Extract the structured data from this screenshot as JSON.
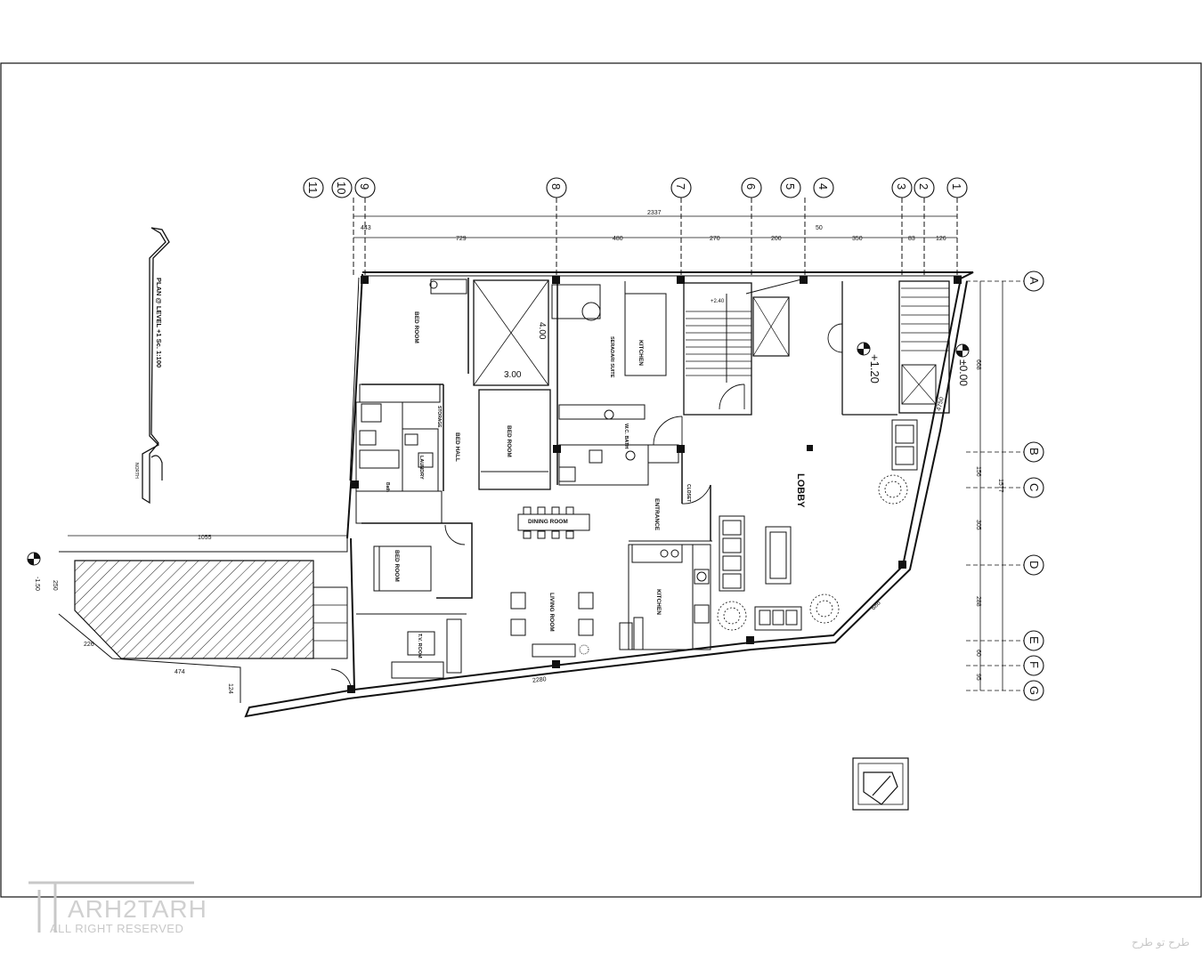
{
  "sheet": {
    "title": "PLAN @ LEVEL  +1 Sc. 1:100",
    "north_label": "NORTH"
  },
  "grid_columns": [
    "11",
    "10",
    "9",
    "8",
    "7",
    "6",
    "5",
    "4",
    "3",
    "2",
    "1"
  ],
  "grid_rows": [
    "A",
    "B",
    "C",
    "D",
    "E",
    "F",
    "G"
  ],
  "dimensions": {
    "top_total": "2337",
    "top_segments": [
      "729",
      "480",
      "270",
      "200",
      "350",
      "83",
      "126"
    ],
    "top_small": [
      "443",
      "50"
    ],
    "right_total": "1577",
    "right_segments": [
      "668",
      "156",
      "305",
      "288",
      "60",
      "95"
    ],
    "left_sub": "1055",
    "left_sub2": "250",
    "bottom_left_a": "226",
    "bottom_left_b": "474",
    "bottom_left_c": "124",
    "bottom_long": "2280",
    "diag_a": "4750",
    "diag_b": "686"
  },
  "room_sizes": {
    "width": "3.00",
    "height": "4.00"
  },
  "levels": {
    "main": "+1.20",
    "ground": "±0.00",
    "low": "-1.50",
    "stair_box": "+2.40"
  },
  "rooms": {
    "bed_room_1": "BED ROOM",
    "bed_room_2": "BED ROOM",
    "bed_room_3": "BED ROOM",
    "seradari_suite": "SERADARI SUITE",
    "kitchen_top": "KITCHEN",
    "kitchen_bottom": "KITCHEN",
    "wc_bath": "W.C. BATH",
    "bed_hall": "BED HALL",
    "laundry": "LAUNDRY",
    "bath": "Bath",
    "dining": "DINING ROOM",
    "entrance": "ENTRANCE",
    "lobby": "LOBBY",
    "living": "LIVING ROOM",
    "tv": "T.V. ROOM",
    "closet": "CLOSET",
    "storage": "STORAGE"
  },
  "watermark": {
    "brand": "ARH2TARH",
    "rights": "ALL RIGHT RESERVED",
    "arabic": "طرح تو طرح"
  }
}
